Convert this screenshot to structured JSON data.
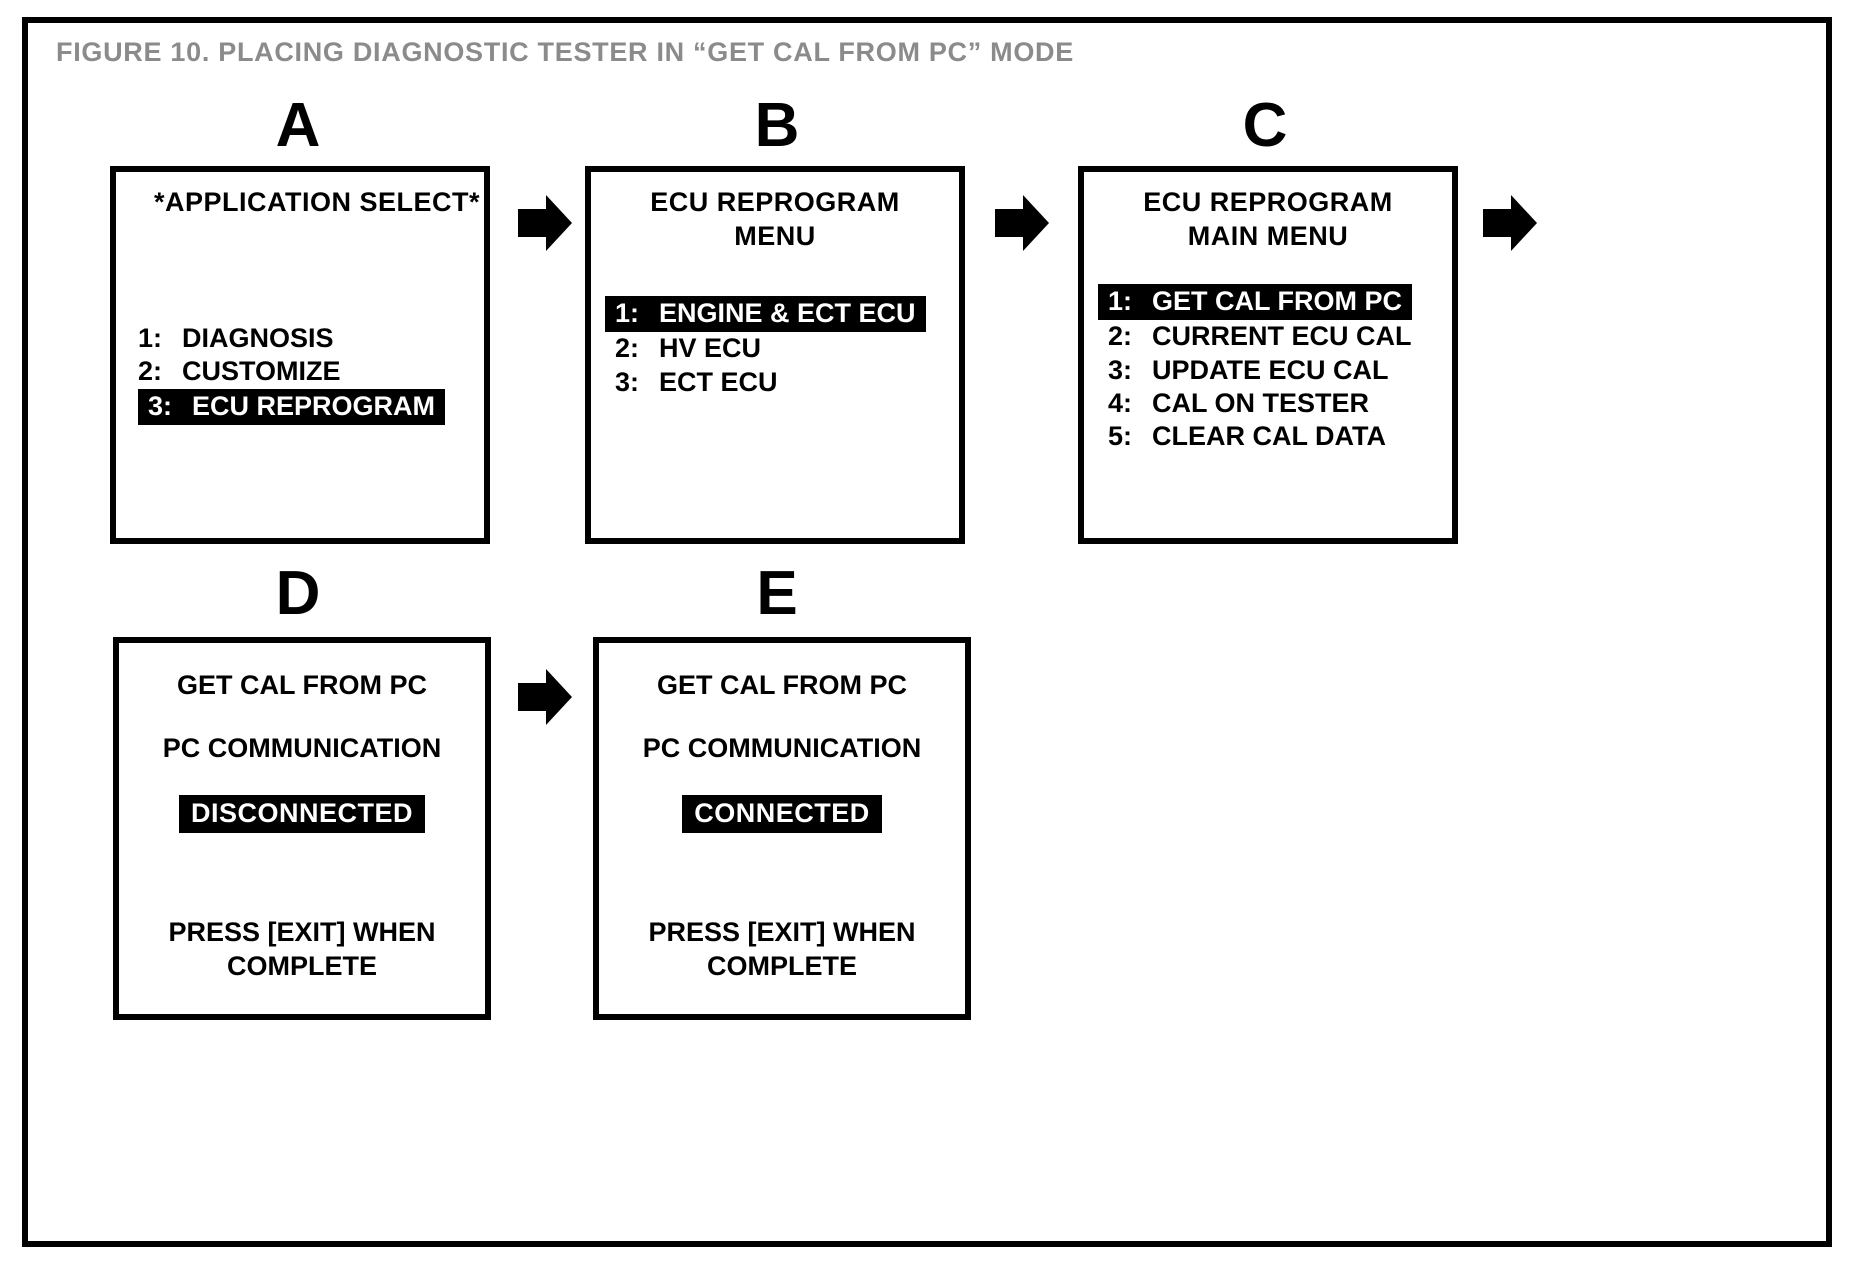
{
  "figure": {
    "caption": "FIGURE 10.  PLACING DIAGNOSTIC TESTER IN “GET CAL FROM PC” MODE",
    "caption_color": "#8b8b8b",
    "border_color": "#000000",
    "highlight_bg": "#000000",
    "highlight_fg": "#ffffff"
  },
  "panels": {
    "a": {
      "letter": "A",
      "title": "*APPLICATION SELECT*",
      "items": [
        {
          "num": "1:",
          "label": "DIAGNOSIS",
          "selected": false
        },
        {
          "num": "2:",
          "label": "CUSTOMIZE",
          "selected": false
        },
        {
          "num": "3:",
          "label": "ECU REPROGRAM",
          "selected": true
        }
      ]
    },
    "b": {
      "letter": "B",
      "title_line1": "ECU REPROGRAM",
      "title_line2": "MENU",
      "items": [
        {
          "num": "1:",
          "label": "ENGINE & ECT ECU",
          "selected": true
        },
        {
          "num": "2:",
          "label": "HV ECU",
          "selected": false
        },
        {
          "num": "3:",
          "label": "ECT ECU",
          "selected": false
        }
      ]
    },
    "c": {
      "letter": "C",
      "title_line1": "ECU REPROGRAM",
      "title_line2": "MAIN MENU",
      "items": [
        {
          "num": "1:",
          "label": "GET CAL FROM PC",
          "selected": true
        },
        {
          "num": "2:",
          "label": "CURRENT ECU CAL",
          "selected": false
        },
        {
          "num": "3:",
          "label": "UPDATE ECU CAL",
          "selected": false
        },
        {
          "num": "4:",
          "label": "CAL ON TESTER",
          "selected": false
        },
        {
          "num": "5:",
          "label": "CLEAR CAL DATA",
          "selected": false
        }
      ]
    },
    "d": {
      "letter": "D",
      "line1": "GET CAL FROM PC",
      "line2": "PC COMMUNICATION",
      "status": "DISCONNECTED",
      "footer_line1": "PRESS [EXIT] WHEN",
      "footer_line2": "COMPLETE"
    },
    "e": {
      "letter": "E",
      "line1": "GET CAL FROM PC",
      "line2": "PC COMMUNICATION",
      "status": "CONNECTED",
      "footer_line1": "PRESS [EXIT] WHEN",
      "footer_line2": "COMPLETE"
    }
  },
  "arrows": [
    {
      "name": "arrow-a-to-b"
    },
    {
      "name": "arrow-b-to-c"
    },
    {
      "name": "arrow-c-to-d"
    },
    {
      "name": "arrow-d-to-e"
    }
  ]
}
